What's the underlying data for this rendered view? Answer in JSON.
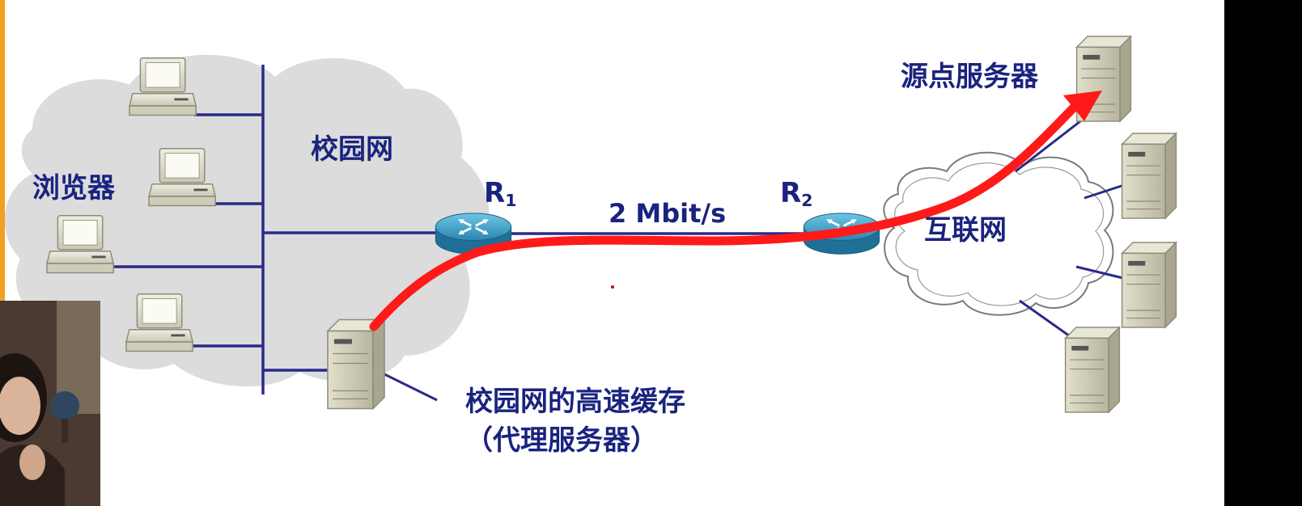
{
  "labels": {
    "browser": "浏览器",
    "campus_network": "校园网",
    "router1": "R",
    "router1_sub": "1",
    "router2": "R",
    "router2_sub": "2",
    "link_speed": "2 Mbit/s",
    "internet": "互联网",
    "origin_server": "源点服务器",
    "cache_line1": "校园网的高速缓存",
    "cache_line2": "（代理服务器）"
  },
  "colors": {
    "text": "#1a237e",
    "cloud": "#dcdcdc",
    "router": "#3aa0c8",
    "path": "#ff1a1a",
    "line": "#2a2a8a"
  }
}
